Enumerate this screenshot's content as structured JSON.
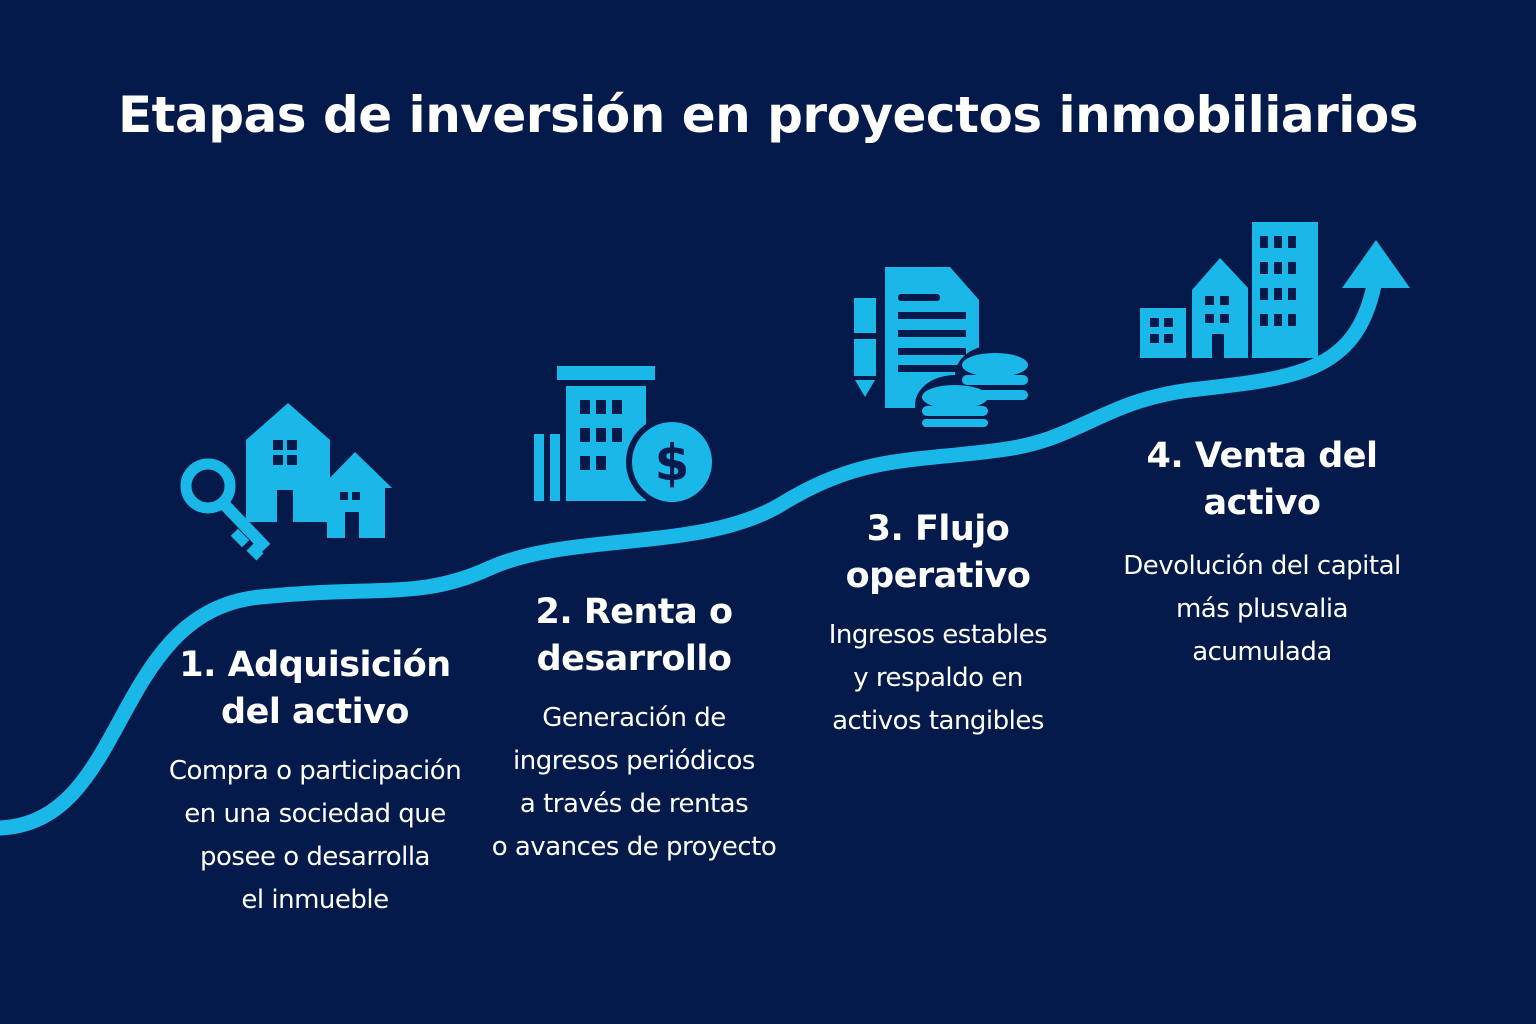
{
  "title": "Etapas de inversión en proyectos inmobiliarios",
  "colors": {
    "background": "#031a4b",
    "accent": "#1ab8e8",
    "text": "#ffffff"
  },
  "stages": [
    {
      "heading": "1. Adquisición\ndel activo",
      "description": "Compra o participación\nen una sociedad que\nposee o desarrolla\nel inmueble",
      "icon": "house-key-icon"
    },
    {
      "heading": "2. Renta o\ndesarrollo",
      "description": "Generación de\ningresos periódicos\na través de rentas\no avances de proyecto",
      "icon": "building-dollar-icon"
    },
    {
      "heading": "3. Flujo\noperativo",
      "description": "Ingresos estables\ny respaldo en\nactivos tangibles",
      "icon": "document-coins-icon"
    },
    {
      "heading": "4. Venta del\nactivo",
      "description": "Devolución del capital\nmás plusvalia\nacumulada",
      "icon": "buildings-arrow-icon"
    }
  ]
}
